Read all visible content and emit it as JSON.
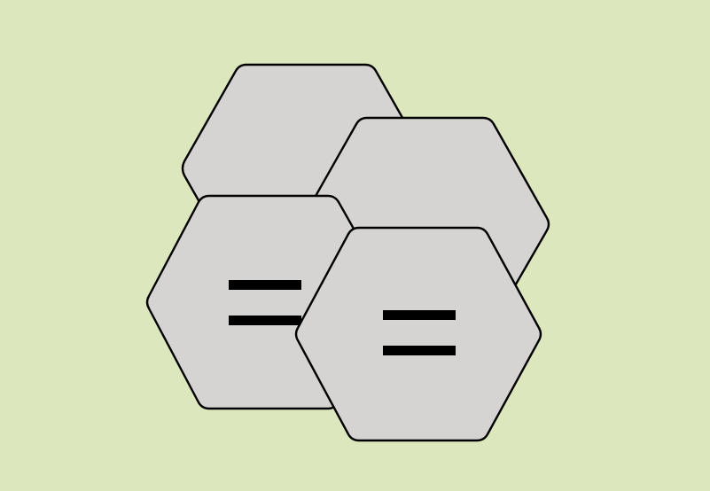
{
  "colors": {
    "background": "#dde7bd",
    "tile_fill": "#d5d4d2",
    "tile_stroke": "#000000",
    "symbol": "#000000"
  },
  "tiles": [
    {
      "id": "tile-back-top-left",
      "symbol": "none"
    },
    {
      "id": "tile-back-right",
      "symbol": "none"
    },
    {
      "id": "tile-front-left",
      "symbol": "equals-icon"
    },
    {
      "id": "tile-front-right",
      "symbol": "equals-icon"
    }
  ]
}
